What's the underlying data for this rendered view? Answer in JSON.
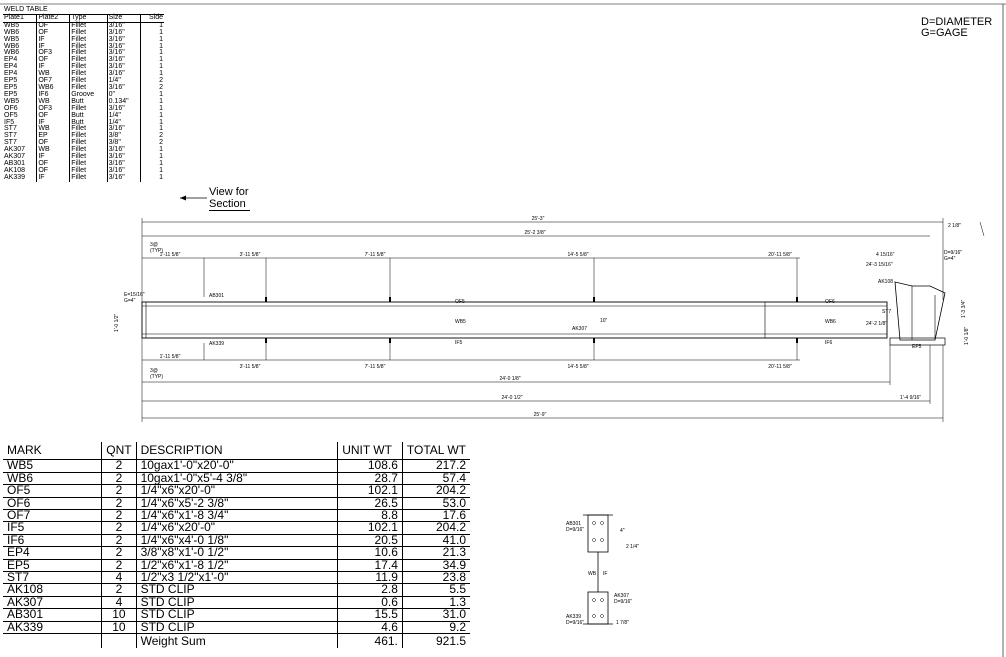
{
  "weld_table": {
    "title": "WELD TABLE",
    "headers": [
      "Plate1",
      "Plate2",
      "Type",
      "Size",
      "Side"
    ],
    "rows": [
      [
        "WB5",
        "OF",
        "Fillet",
        "3/16\"",
        "1"
      ],
      [
        "WB6",
        "OF",
        "Fillet",
        "3/16\"",
        "1"
      ],
      [
        "WB5",
        "IF",
        "Fillet",
        "3/16\"",
        "1"
      ],
      [
        "WB6",
        "IF",
        "Fillet",
        "3/16\"",
        "1"
      ],
      [
        "WB6",
        "OF3",
        "Fillet",
        "3/16\"",
        "1"
      ],
      [
        "EP4",
        "OF",
        "Fillet",
        "3/16\"",
        "1"
      ],
      [
        "EP4",
        "IF",
        "Fillet",
        "3/16\"",
        "1"
      ],
      [
        "EP4",
        "WB",
        "Fillet",
        "3/16\"",
        "1"
      ],
      [
        "EP5",
        "OF7",
        "Fillet",
        "1/4\"",
        "2"
      ],
      [
        "EP5",
        "WB6",
        "Fillet",
        "3/16\"",
        "2"
      ],
      [
        "EP5",
        "IF6",
        "Groove",
        "0\"",
        "1"
      ],
      [
        "WB5",
        "WB",
        "Butt",
        "0.134\"",
        "1"
      ],
      [
        "OF6",
        "OF3",
        "Fillet",
        "3/16\"",
        "1"
      ],
      [
        "OF5",
        "OF",
        "Butt",
        "1/4\"",
        "1"
      ],
      [
        "IF5",
        "IF",
        "Butt",
        "1/4\"",
        "1"
      ],
      [
        "ST7",
        "WB",
        "Fillet",
        "3/16\"",
        "1"
      ],
      [
        "ST7",
        "EP",
        "Fillet",
        "3/8\"",
        "2"
      ],
      [
        "ST7",
        "OF",
        "Fillet",
        "3/8\"",
        "2"
      ],
      [
        "AK307",
        "WB",
        "Fillet",
        "3/16\"",
        "1"
      ],
      [
        "AK307",
        "IF",
        "Fillet",
        "3/16\"",
        "1"
      ],
      [
        "AB301",
        "OF",
        "Fillet",
        "3/16\"",
        "1"
      ],
      [
        "AK108",
        "OF",
        "Fillet",
        "3/16\"",
        "1"
      ],
      [
        "AK339",
        "IF",
        "Fillet",
        "3/16\"",
        "1"
      ]
    ]
  },
  "legend": {
    "diameter": "D=DIAMETER",
    "gage": "G=GAGE"
  },
  "view_note": {
    "line1": "View for",
    "line2": "Section"
  },
  "elevation": {
    "overall_top": "25'-3\"",
    "inner_top": "25'-2 3/8\"",
    "overall_bottom": "25'-9\"",
    "bottom_2": "24'-0 1/2\"",
    "bottom_3": "24'-0 1/8\"",
    "right_ext": "1'-4 9/16\"",
    "top_stations": [
      "1'-11 5/8\"",
      "3'-11 5/8\"",
      "7'-11 5/8\"",
      "14'-5 5/8\"",
      "20'-11 5/8\""
    ],
    "bottom_stations": [
      "1'-11 5/8\"",
      "3'-11 5/8\"",
      "7'-11 5/8\"",
      "14'-5 5/8\"",
      "20'-11 5/8\""
    ],
    "typ_top": "3@\n(TYP)",
    "typ_bottom": "3@\n(TYP)",
    "left_depth": "1'-0 1/2\"",
    "web_depth": "10\"",
    "left_top_note": "E=15/16\"\nG=4\"",
    "marks": {
      "of5": "OF5",
      "of6": "OF6",
      "wb5": "WB5",
      "wb6": "WB6",
      "if5": "IF5",
      "if6": "IF6",
      "ep5": "EP5",
      "ak108": "AK108",
      "ab301": "AB301",
      "ak339": "AK339",
      "ak307": "AK307",
      "st7": "ST7"
    },
    "right_dims": [
      "2 1/8\"",
      "4 15/16\"",
      "24'-3 15/16\"",
      "24'-2 1/8\"",
      "D=9/16\"",
      "G=4\"",
      "1'-3 3/4\"",
      "1'-0 1/8\""
    ]
  },
  "bom": {
    "headers": [
      "MARK",
      "QNT",
      "DESCRIPTION",
      "UNIT WT",
      "TOTAL WT"
    ],
    "rows": [
      [
        "WB5",
        "2",
        "10gax1'-0\"x20'-0\"",
        "108.6",
        "217.2"
      ],
      [
        "WB6",
        "2",
        "10gax1'-0\"x5'-4 3/8\"",
        "28.7",
        "57.4"
      ],
      [
        "OF5",
        "2",
        "1/4\"x6\"x20'-0\"",
        "102.1",
        "204.2"
      ],
      [
        "OF6",
        "2",
        "1/4\"x6\"x5'-2 3/8\"",
        "26.5",
        "53.0"
      ],
      [
        "OF7",
        "2",
        "1/4\"x6\"x1'-8 3/4\"",
        "8.8",
        "17.6"
      ],
      [
        "IF5",
        "2",
        "1/4\"x6\"x20'-0\"",
        "102.1",
        "204.2"
      ],
      [
        "IF6",
        "2",
        "1/4\"x6\"x4'-0 1/8\"",
        "20.5",
        "41.0"
      ],
      [
        "EP4",
        "2",
        "3/8\"x8\"x1'-0 1/2\"",
        "10.6",
        "21.3"
      ],
      [
        "EP5",
        "2",
        "1/2\"x6\"x1'-8 1/2\"",
        "17.4",
        "34.9"
      ],
      [
        "ST7",
        "4",
        "1/2\"x3 1/2\"x1'-0\"",
        "11.9",
        "23.8"
      ],
      [
        "AK108",
        "2",
        "STD CLIP",
        "2.8",
        "5.5"
      ],
      [
        "AK307",
        "4",
        "STD CLIP",
        "0.6",
        "1.3"
      ],
      [
        "AB301",
        "10",
        "STD CLIP",
        "15.5",
        "31.0"
      ],
      [
        "AK339",
        "10",
        "STD CLIP",
        "4.6",
        "9.2"
      ]
    ],
    "footer_label": "Weight Sum",
    "footer_unit": "461.",
    "footer_total": "921.5"
  },
  "section": {
    "ab301": "AB301\nD=9/16\"",
    "ak307": "AK307\nD=9/16\"",
    "ak339": "AK339\nD=9/16\"",
    "dim_a": "4\"",
    "dim_b": "2 1/4\"",
    "dim_c": "1 7/8\"",
    "wb": "WB",
    "if": "IF"
  }
}
